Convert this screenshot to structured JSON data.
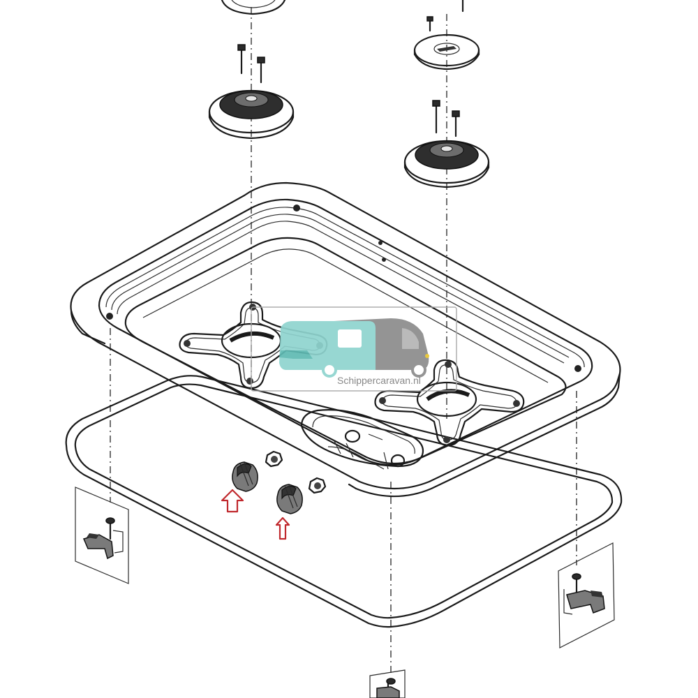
{
  "diagram": {
    "parts": {
      "left_cap": "cap",
      "left_burner": "burner",
      "right_cap": "cap",
      "right_burner": "burner",
      "hob_tray": "hob-tray",
      "left_pan_support": "pan-support",
      "right_pan_support": "pan-support",
      "gasket": "gasket",
      "knobs": [
        "control-knob",
        "control-knob"
      ],
      "clamps": [
        "mounting-clamp",
        "mounting-clamp",
        "mounting-clamp"
      ]
    },
    "highlight_color": "#c0282d",
    "highlight_arrows": [
      "arrow-up-icon",
      "arrow-up-icon"
    ]
  },
  "watermark": {
    "text": "Schippercaravan.nl",
    "colors": {
      "teal": "#8fd4cf",
      "grey": "#8c8c8c"
    }
  }
}
